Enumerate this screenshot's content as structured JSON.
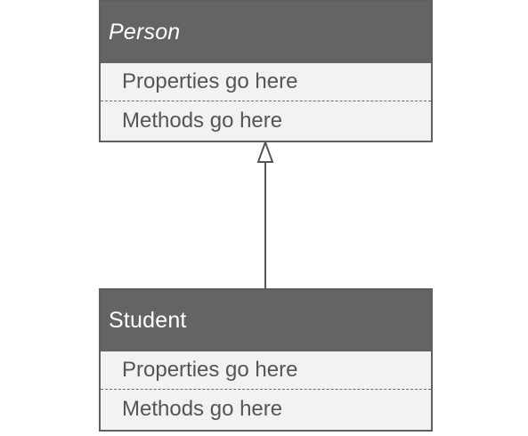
{
  "diagram": {
    "parent_class": {
      "name": "Person",
      "abstract": true,
      "properties_text": "Properties go here",
      "methods_text": "Methods go here"
    },
    "child_class": {
      "name": "Student",
      "abstract": false,
      "properties_text": "Properties go here",
      "methods_text": "Methods go here"
    },
    "relationship": "inheritance"
  },
  "colors": {
    "header_fill": "#646464",
    "body_fill": "#f2f2f2",
    "border": "#5f5f5f",
    "header_text": "#ffffff",
    "body_text": "#555555"
  }
}
